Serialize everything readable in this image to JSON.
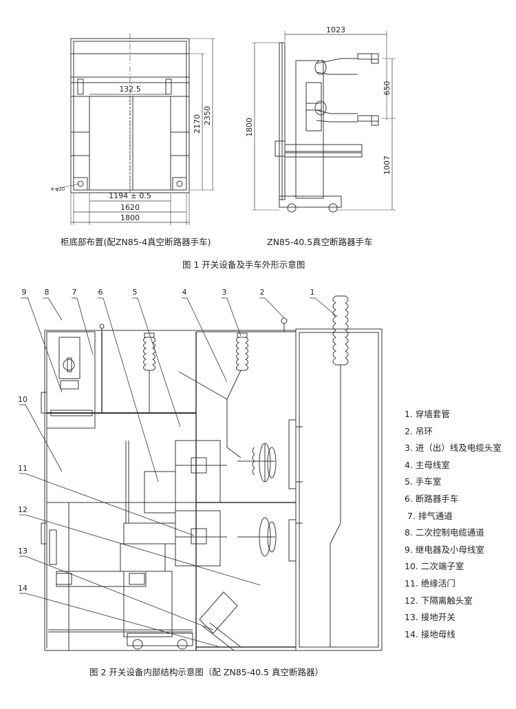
{
  "figure1": {
    "dims": {
      "d_132_5": "132.5",
      "d_1194": "1194 ± 0.5",
      "d_1620": "1620",
      "d_1800_w": "1800",
      "d_2170": "2170",
      "d_2350": "2350",
      "d_1023": "1023",
      "d_650": "650",
      "d_1800_h": "1800",
      "d_1007": "1007",
      "hole_label": "4-φ20"
    },
    "left_caption": "柜底部布置(配ZN85-4真空断路器手车)",
    "right_caption": "ZN85-40.5真空断路器手车",
    "title": "图 1  开关设备及手车外形示意图"
  },
  "figure2": {
    "callouts": [
      "1",
      "2",
      "3",
      "4",
      "5",
      "6",
      "7",
      "8",
      "9",
      "10",
      "11",
      "12",
      "13",
      "14"
    ],
    "legend": [
      "1. 穿墙套管",
      "2. 吊环",
      "3. 进（出）线及电缆头室",
      "4. 主母线室",
      "5. 手车室",
      "6. 断路器手车",
      " 7. 排气通道",
      "8. 二次控制电缆通道",
      "9. 继电器及小母线室",
      "10. 二次端子室",
      "11. 绝缘活门",
      "12. 下隔离触头室",
      "13. 接地开关",
      "14. 接地母线"
    ],
    "title": "图 2    开关设备内部结构示意图（配 ZN85-40.5 真空断路器）"
  }
}
